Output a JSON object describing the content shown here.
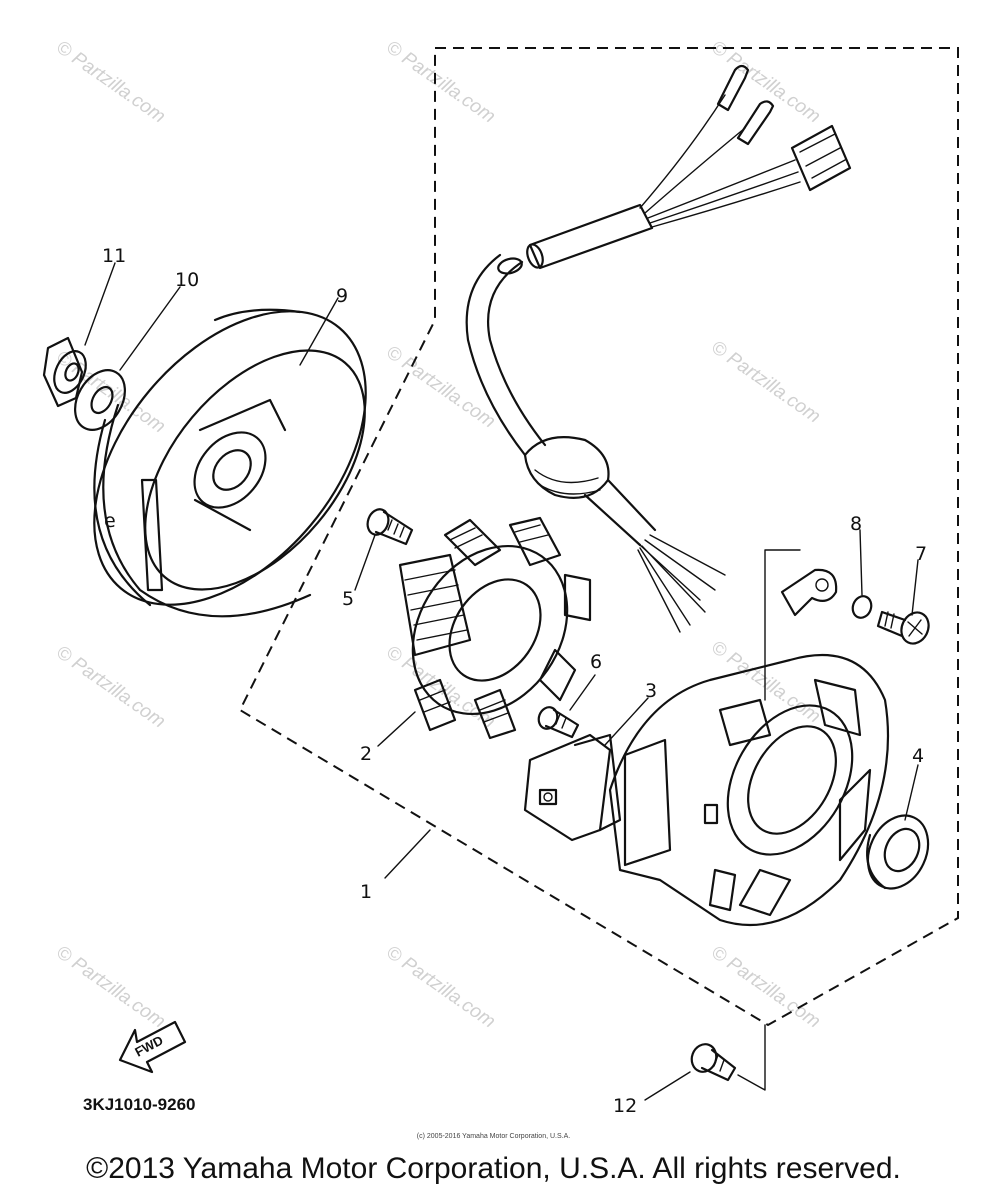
{
  "callouts": [
    "1",
    "2",
    "3",
    "4",
    "5",
    "6",
    "7",
    "8",
    "9",
    "10",
    "11",
    "12"
  ],
  "diagram_code": "3KJ1010-9260",
  "fwd_label": "FWD",
  "watermark_text": "© Partzilla.com",
  "tiny_copyright": "(c) 2005-2016 Yamaha Motor Corporation, U.S.A.",
  "copyright": "©2013 Yamaha Motor Corporation, U.S.A. All rights reserved.",
  "colors": {
    "ink": "#111111",
    "watermark": "#d0d0d0",
    "background": "#ffffff"
  }
}
